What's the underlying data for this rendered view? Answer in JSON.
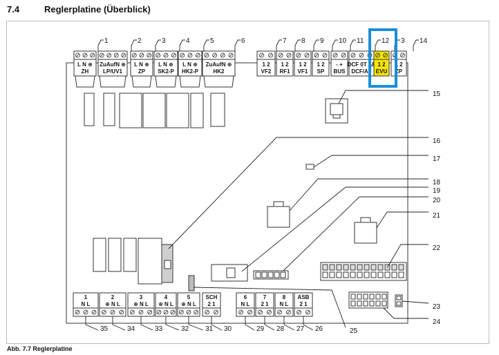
{
  "section": {
    "number": "7.4",
    "title": "Reglerplatine (Überblick)"
  },
  "caption": "Abb. 7.7 Reglerplatine",
  "highlight_color": "#1a8ed8",
  "yellow_color": "#f5e500",
  "top_connectors": [
    {
      "label": "L N ⊕ ZH",
      "callout": "1"
    },
    {
      "label": "ZuAufN ⊕ LP/UV1",
      "callout": "2"
    },
    {
      "label": "L N ⊕ ZP",
      "callout": "3"
    },
    {
      "label": "L N ⊕ SK2-P",
      "callout": "4"
    },
    {
      "label": "L N ⊕ HK2-P",
      "callout": "5"
    },
    {
      "label": "ZuAufN ⊕ HK2",
      "callout": "6"
    },
    {
      "label": "1 2 VF2",
      "callout": "7"
    },
    {
      "label": "1 2 RF1",
      "callout": "8"
    },
    {
      "label": "1 2 VF1",
      "callout": "9"
    },
    {
      "label": "1 2 SP",
      "callout": "10"
    },
    {
      "label": "- + BUS",
      "callout": "11"
    },
    {
      "label": "DCF 0T AF DCF/AF",
      "callout": "12"
    },
    {
      "label": "1 2 EVU",
      "callout": "12"
    },
    {
      "label": "1 2 ZP",
      "callout": "3"
    },
    {
      "label": "",
      "callout": "14"
    }
  ],
  "side_callouts": [
    "15",
    "16",
    "17",
    "18",
    "19",
    "20",
    "21",
    "22",
    "23",
    "24",
    "25"
  ],
  "bottom_connectors": [
    {
      "label": "1 N L",
      "callout": "35"
    },
    {
      "label": "2 ⊕ N L",
      "callout": "34"
    },
    {
      "label": "3 ⊕ N L",
      "callout": "33"
    },
    {
      "label": "4 ⊕ N L",
      "callout": "32"
    },
    {
      "label": "5 ⊕ N L",
      "callout": "31"
    },
    {
      "label": "SCH 2 1",
      "callout": "30"
    },
    {
      "label": "6 N L",
      "callout": "29"
    },
    {
      "label": "7 2 1",
      "callout": "28"
    },
    {
      "label": "8 N L",
      "callout": "27"
    },
    {
      "label": "ASB 2 1",
      "callout": "26"
    }
  ]
}
